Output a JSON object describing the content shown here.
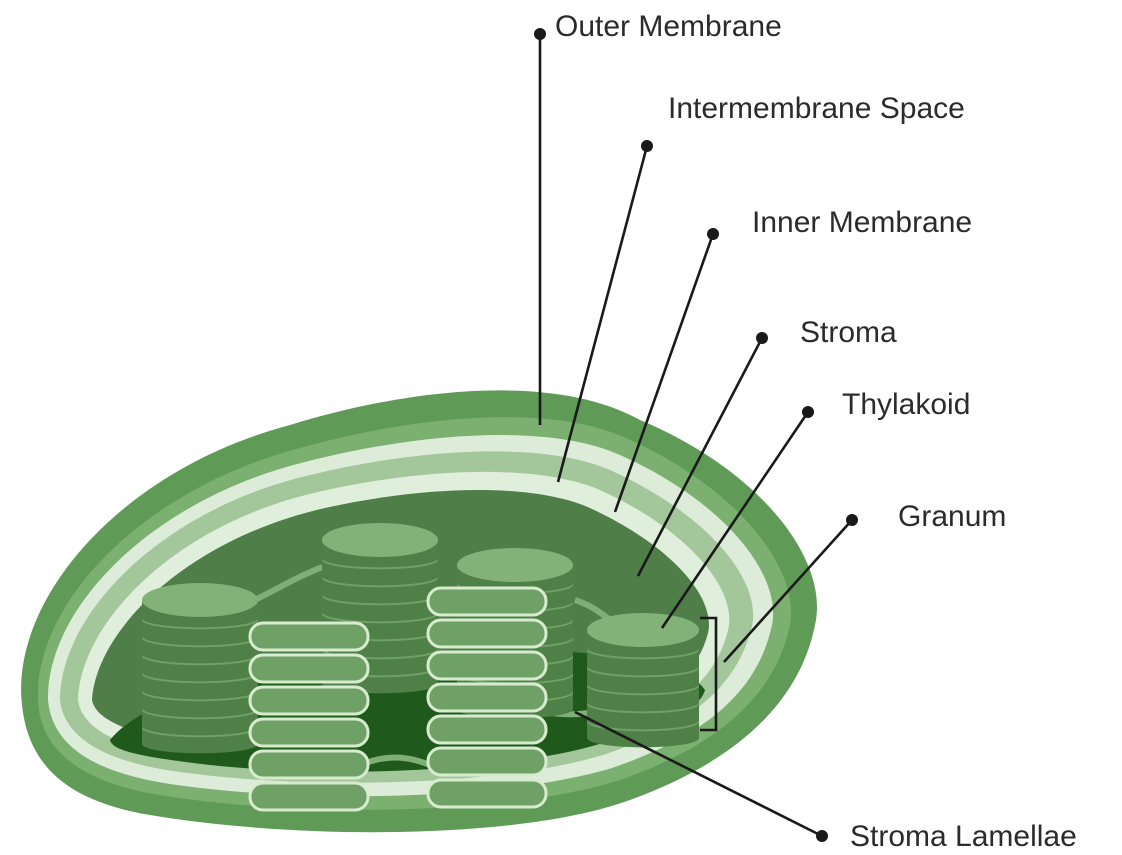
{
  "labels": {
    "outer_membrane": "Outer Membrane",
    "intermembrane_space": "Intermembrane Space",
    "inner_membrane": "Inner Membrane",
    "stroma": "Stroma",
    "thylakoid": "Thylakoid",
    "granum": "Granum",
    "stroma_lamellae": "Stroma Lamellae"
  },
  "colors": {
    "outer_membrane": "#5e9a56",
    "outer_highlight": "#7bb071",
    "intermembrane_space": "#9fc596",
    "membrane_line": "#d8ead4",
    "inner_membrane": "#b8d6b0",
    "stroma": "#4e7d48",
    "stroma_floor": "#1f5a1c",
    "granum_fill": "#6fa066",
    "granum_light": "#83b279",
    "granum_edge": "#4f8047",
    "thylakoid_outline": "#d7ebcf",
    "leader_line": "#1a1a1a"
  }
}
